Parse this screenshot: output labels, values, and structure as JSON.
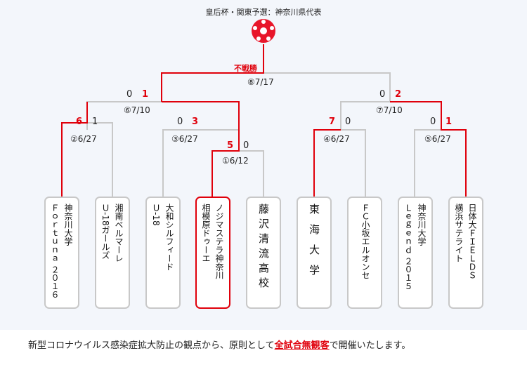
{
  "title": "皇后杯・関東予選：神奈川県代表",
  "colors": {
    "win": "#e0000b",
    "line": "#c8c8c8",
    "background": "#f3f6fb"
  },
  "trophy_icon": "soccer-ball-icon",
  "final": {
    "label": "⑧7/17",
    "note": "不戦勝"
  },
  "semis": [
    {
      "label": "⑥7/10",
      "score_left": "0",
      "score_right": "1"
    },
    {
      "label": "⑦7/10",
      "score_left": "0",
      "score_right": "2"
    }
  ],
  "quarters": [
    {
      "label": "②6/27",
      "score_left": "6",
      "score_right": "1"
    },
    {
      "label": "③6/27",
      "score_left": "0",
      "score_right": "3"
    },
    {
      "label": "④6/27",
      "score_left": "7",
      "score_right": "0"
    },
    {
      "label": "⑤6/27",
      "score_left": "0",
      "score_right": "1"
    }
  ],
  "first_round": {
    "label": "①6/12",
    "score_left": "5",
    "score_right": "0"
  },
  "teams": [
    {
      "lines": [
        "神奈川大学",
        "Ｆｏｒｔｕｎａ ２０１６"
      ]
    },
    {
      "lines": [
        "湘南ベルマーレ",
        "Ｕ-18ガールズ"
      ]
    },
    {
      "lines": [
        "大和シルフィード",
        "Ｕ-18"
      ]
    },
    {
      "lines": [
        "ノジマステラ神奈川",
        "相模原ドゥーエ"
      ]
    },
    {
      "lines": [
        "藤沢清流高校"
      ]
    },
    {
      "lines": [
        "東海大学"
      ]
    },
    {
      "lines": [
        "ＦＣ小坂エルオンセ"
      ]
    },
    {
      "lines": [
        "神奈川大学",
        "Ｌｅｇｅｎｄ ２０１５"
      ]
    },
    {
      "lines": [
        "日体大ＦＩＥＬＤＳ",
        "横浜サテライト"
      ]
    }
  ],
  "notice": {
    "before": "新型コロナウイルス感染症拡大防止の観点から、原則として",
    "highlight": "全試合無観客",
    "after": "で開催いたします。"
  }
}
